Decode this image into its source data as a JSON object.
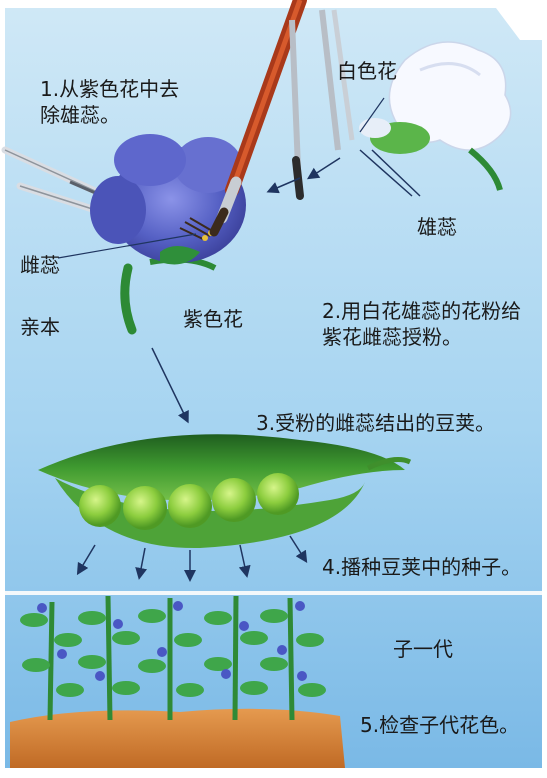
{
  "labels": {
    "step1_line1": "1.从紫色花中去",
    "step1_line2": "除雄蕊。",
    "white_flower": "白色花",
    "stamen": "雄蕊",
    "pistil": "雌蕊",
    "parent": "亲本",
    "purple_flower": "紫色花",
    "step2_line1": "2.用白花雄蕊的花粉给",
    "step2_line2": "紫花雌蕊授粉。",
    "step3": "3.受粉的雌蕊结出的豆荚。",
    "step4": "4.播种豆荚中的种子。",
    "f1": "子一代",
    "step5": "5.检查子代花色。"
  },
  "colors": {
    "sky_top": "#c9e4f5",
    "sky_bottom": "#7fc0ea",
    "purple_flower": "#5a63c8",
    "white_flower": "#f4f8ff",
    "pea_pod": "#3e9a2e",
    "pea": "#8fd24a",
    "soil": "#d9843a",
    "leaf": "#2f9a3c",
    "brush_handle": "#b8411f"
  }
}
